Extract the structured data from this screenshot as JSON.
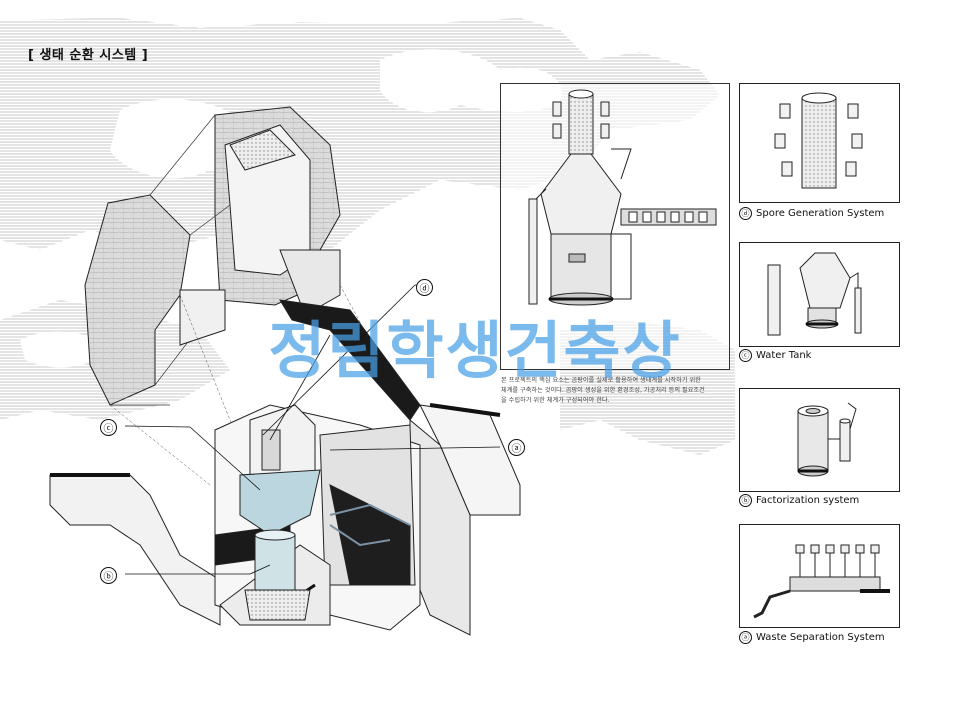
{
  "title": "[ 생태 순환 시스템 ]",
  "watermark": "정림학생건축상",
  "description": {
    "line1": "본 프로젝트의 핵심 요소는 곰팡이를 실제로 활용하여 생태계를 시작하기 위한",
    "line2": "체계를 구축하는 것이다. 곰팡이 생성을 위한 환경조성, 가공처리 등의 필요조건",
    "line3": "을 수립하기 위한 체계가 구성되어야 한다."
  },
  "callouts": {
    "a": "ⓐ",
    "b": "ⓑ",
    "c": "ⓒ",
    "d": "ⓓ"
  },
  "systems": [
    {
      "letter": "ⓓ",
      "name": "Spore Generation System"
    },
    {
      "letter": "ⓒ",
      "name": "Water Tank"
    },
    {
      "letter": "ⓑ",
      "name": "Factorization system"
    },
    {
      "letter": "ⓐ",
      "name": "Waste Separation System"
    }
  ]
}
